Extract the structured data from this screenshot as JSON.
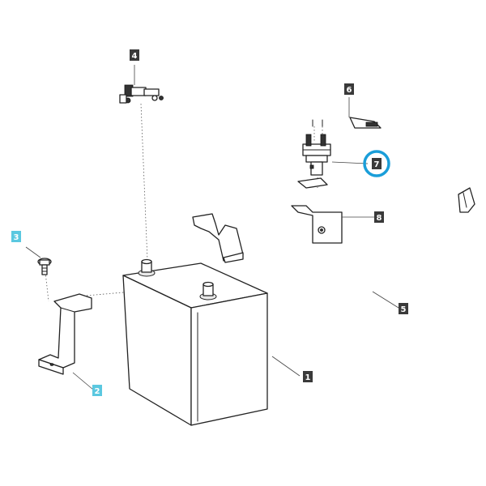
{
  "callouts": {
    "c1": {
      "label": "1",
      "color": "#3a3a3a",
      "text_color": "#ffffff"
    },
    "c2": {
      "label": "2",
      "color": "#5bc8e0",
      "text_color": "#ffffff"
    },
    "c3": {
      "label": "3",
      "color": "#5bc8e0",
      "text_color": "#ffffff"
    },
    "c4": {
      "label": "4",
      "color": "#3a3a3a",
      "text_color": "#ffffff"
    },
    "c5": {
      "label": "5",
      "color": "#3a3a3a",
      "text_color": "#ffffff"
    },
    "c6": {
      "label": "6",
      "color": "#3a3a3a",
      "text_color": "#ffffff"
    },
    "c7": {
      "label": "7",
      "color": "#3a3a3a",
      "text_color": "#ffffff"
    },
    "c8": {
      "label": "8",
      "color": "#3a3a3a",
      "text_color": "#ffffff"
    }
  },
  "highlight": {
    "target": "7",
    "color": "#1a9ed9"
  },
  "parts": {
    "p1": "battery-icon",
    "p2": "battery-hold-down-bracket-icon",
    "p3": "bolt-icon",
    "p4": "positive-cable-terminal-icon",
    "p5": "negative-battery-cable-icon",
    "p6": "positive-battery-cable-icon",
    "p7": "relay-icon",
    "p8": "relay-mounting-bracket-icon"
  }
}
